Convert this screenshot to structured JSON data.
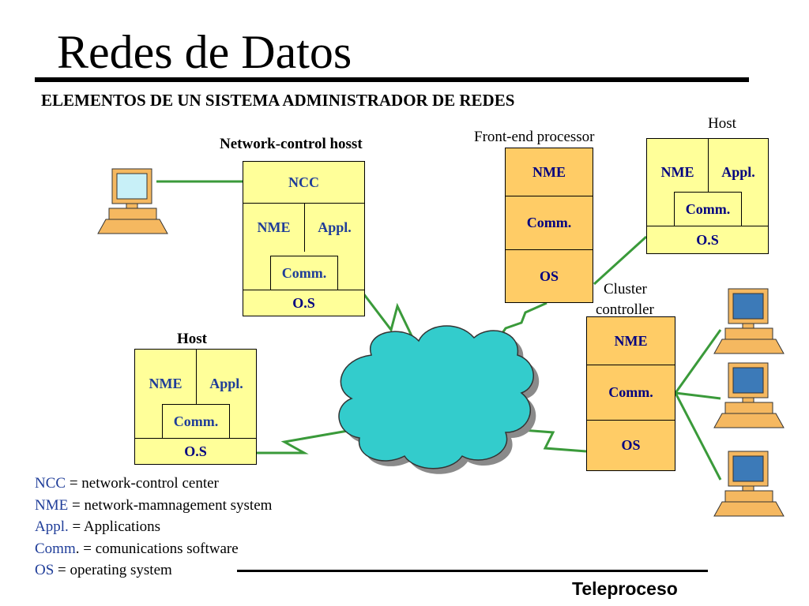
{
  "title": "Redes de Datos",
  "subtitle": "ELEMENTOS DE UN SISTEMA ADMINISTRADOR DE REDES",
  "network_control_host": {
    "caption": "Network-control hosst",
    "ncc": "NCC",
    "nme": "NME",
    "appl": "Appl.",
    "comm": "Comm.",
    "os": "O.S"
  },
  "front_end": {
    "caption": "Front-end processor",
    "nme": "NME",
    "comm": "Comm.",
    "os": "OS"
  },
  "host_top": {
    "caption": "Host",
    "nme": "NME",
    "appl": "Appl.",
    "comm": "Comm.",
    "os": "O.S"
  },
  "host_left": {
    "caption": "Host",
    "nme": "NME",
    "appl": "Appl.",
    "comm": "Comm.",
    "os": "O.S"
  },
  "cluster": {
    "caption_line1": "Cluster",
    "caption_line2": "controller",
    "nme": "NME",
    "comm": "Comm.",
    "os": "OS"
  },
  "legend": [
    {
      "key": "NCC",
      "text": " = network-control center"
    },
    {
      "key": "NME",
      "text": " = network-mamnagement system"
    },
    {
      "key": "Appl.",
      "text": " = Applications"
    },
    {
      "key": "Comm",
      "text": ". = comunications software"
    },
    {
      "key": "OS",
      "text": " = operating system"
    }
  ],
  "footer": "Teleproceso",
  "colors": {
    "yellow_box": "#ffff99",
    "orange_box": "#ffcc66",
    "link_green": "#3a9a3a",
    "cloud": "#33cccc",
    "label_blue": "#1f3d99",
    "monitor_screen": "#c8f0f8",
    "terminal_blue": "#3c7ab8",
    "terminal_orange": "#f5b860"
  }
}
